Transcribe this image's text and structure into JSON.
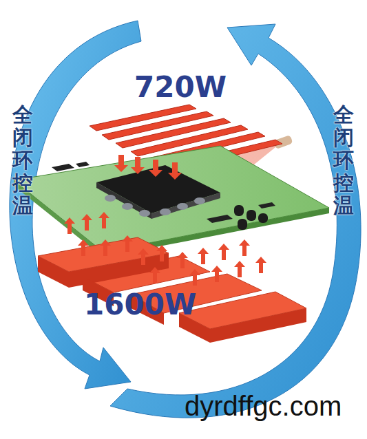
{
  "diagram": {
    "labels": [
      "全闭环控温",
      "720W",
      "全闭环控温",
      "1600W",
      "dyrdffgc.com"
    ]
  }
}
